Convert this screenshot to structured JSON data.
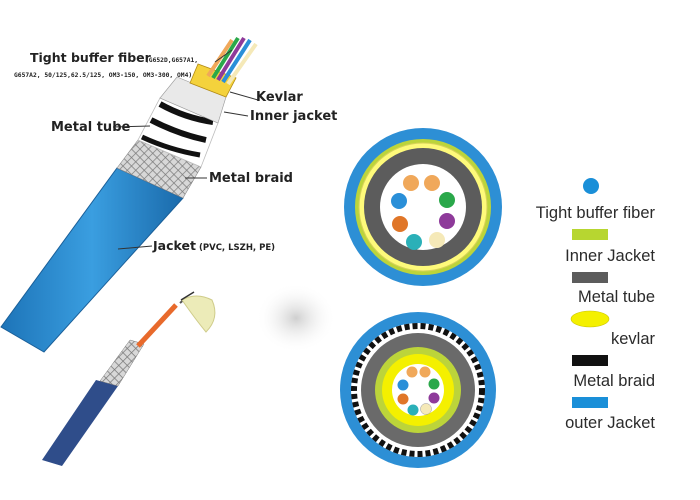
{
  "cable_callouts": {
    "fiber_title": "Tight buffer fiber",
    "fiber_spec_line1": "(G652D,G657A1,",
    "fiber_spec_line2": "G657A2, 50/125,62.5/125, OM3-150, OM3-300, OM4)",
    "kevlar": "Kevlar",
    "inner_jacket": "Inner jacket",
    "metal_tube": "Metal tube",
    "metal_braid": "Metal braid",
    "jacket_main": "Jacket",
    "jacket_spec": "(PVC, LSZH, PE)"
  },
  "legend": {
    "items": [
      {
        "label": "Tight buffer fiber",
        "color": "#1a8fd8",
        "shape": "dot"
      },
      {
        "label": "Inner Jacket",
        "color": "#b7d630",
        "shape": "rect"
      },
      {
        "label": "Metal tube",
        "color": "#5c5c5c",
        "shape": "rect"
      },
      {
        "label": "kevlar",
        "color": "#f4f000",
        "shape": "oval"
      },
      {
        "label": "Metal braid",
        "color": "#111111",
        "shape": "rect"
      },
      {
        "label": "outer Jacket",
        "color": "#1a8fd8",
        "shape": "rect"
      }
    ]
  },
  "colors": {
    "outer_jacket": "#2d8fd5",
    "inner_jacket": "#bcd43a",
    "metal_tube": "#5e5e5e",
    "kevlar": "#f4f000",
    "fiber_colors": [
      "#f0a85a",
      "#f0a85a",
      "#2aa84a",
      "#8e3a9a",
      "#f5e9b8",
      "#2bb0b8",
      "#2a8fd8",
      "#e07628"
    ]
  }
}
